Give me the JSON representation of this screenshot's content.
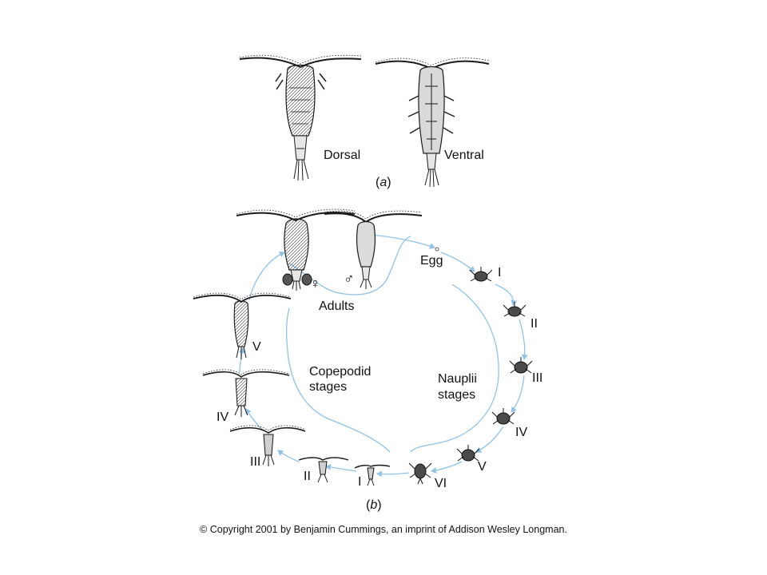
{
  "panel_a": {
    "caption_letter": "a",
    "dorsal_label": "Dorsal",
    "ventral_label": "Ventral"
  },
  "panel_b": {
    "caption_letter": "b",
    "egg_label": "Egg",
    "adults_label": "Adults",
    "female_symbol": "♀",
    "male_symbol": "♂",
    "copepodid_label_line1": "Copepodid",
    "copepodid_label_line2": "stages",
    "nauplii_label_line1": "Nauplii",
    "nauplii_label_line2": "stages",
    "nauplii_stages": [
      "I",
      "II",
      "III",
      "IV",
      "V",
      "VI"
    ],
    "copepodid_stages": [
      "I",
      "II",
      "III",
      "IV",
      "V"
    ]
  },
  "footer": {
    "copyright": "© Copyright 2001 by Benjamin Cummings, an imprint of Addison Wesley Longman."
  },
  "colors": {
    "arrow": "#8fc3e8",
    "ink": "#1a1a1a"
  }
}
